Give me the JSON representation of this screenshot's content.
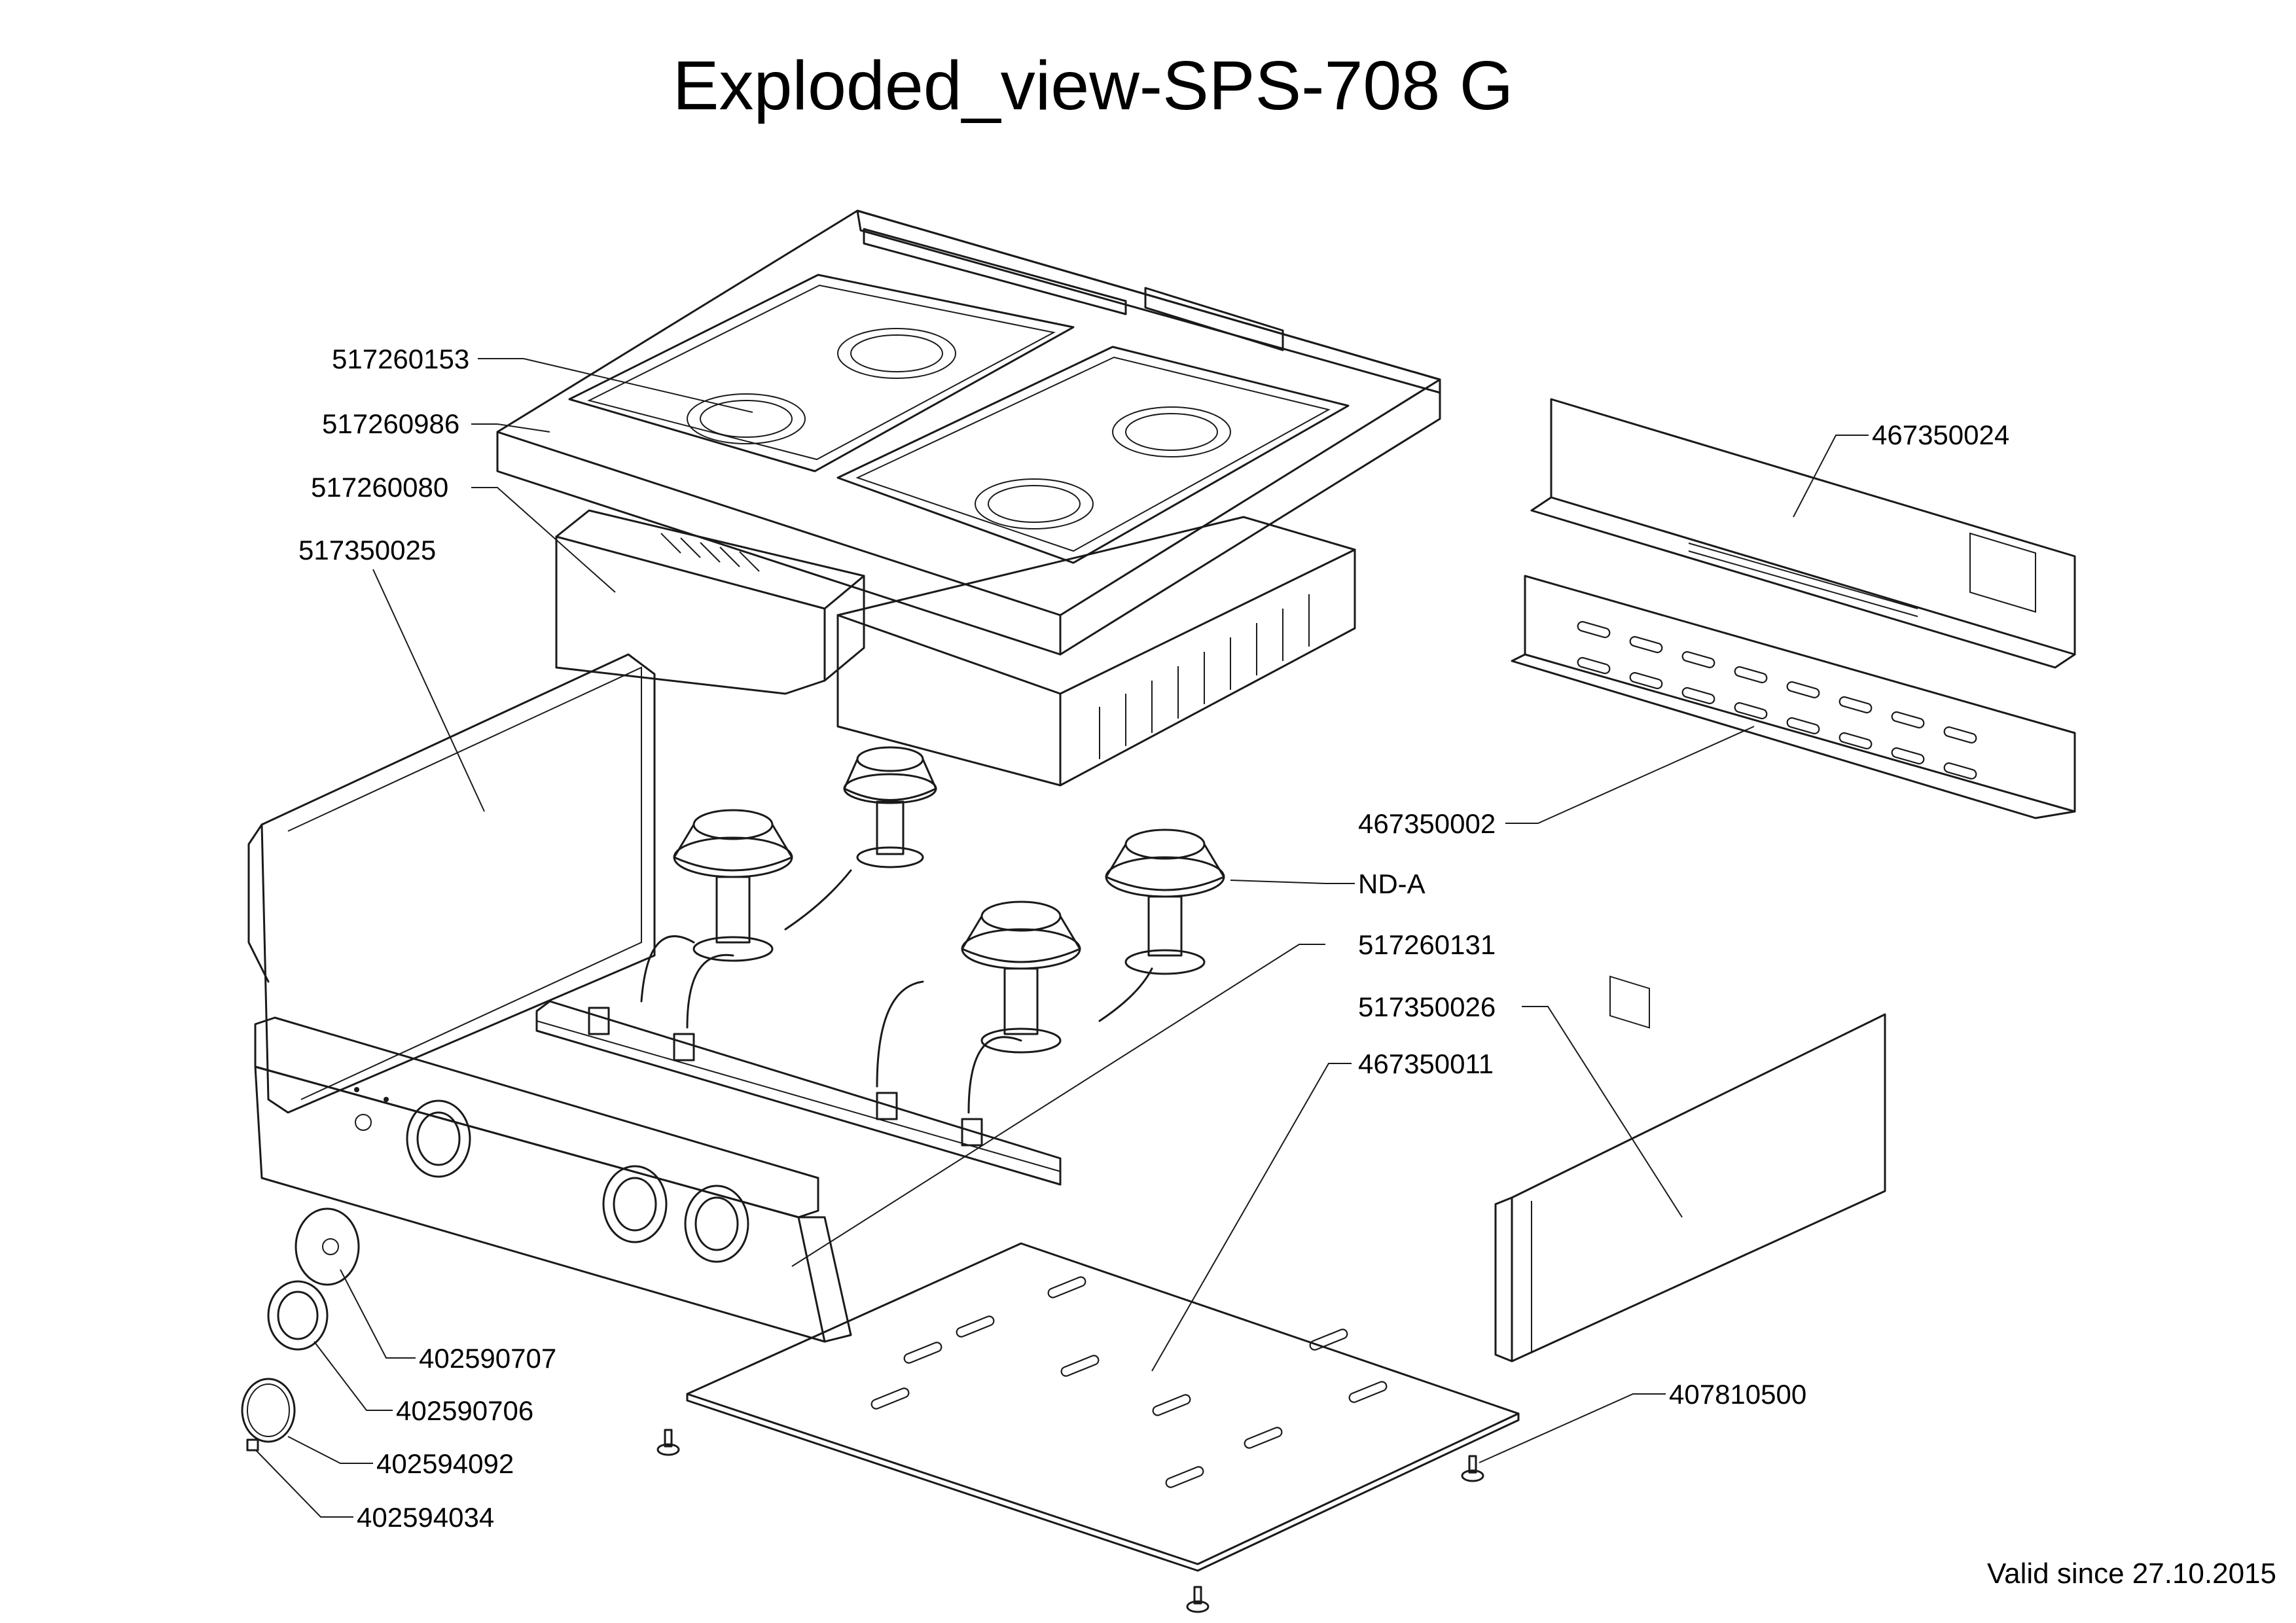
{
  "title": "Exploded_view-SPS-708 G",
  "validity": "Valid since 27.10.2015",
  "callouts": [
    "517260153",
    "517260986",
    "517260080",
    "517350025",
    "467350024",
    "467350002",
    "ND-A",
    "517260131",
    "517350026",
    "467350011",
    "402590707",
    "402590706",
    "402594092",
    "402594034",
    "407810500"
  ]
}
